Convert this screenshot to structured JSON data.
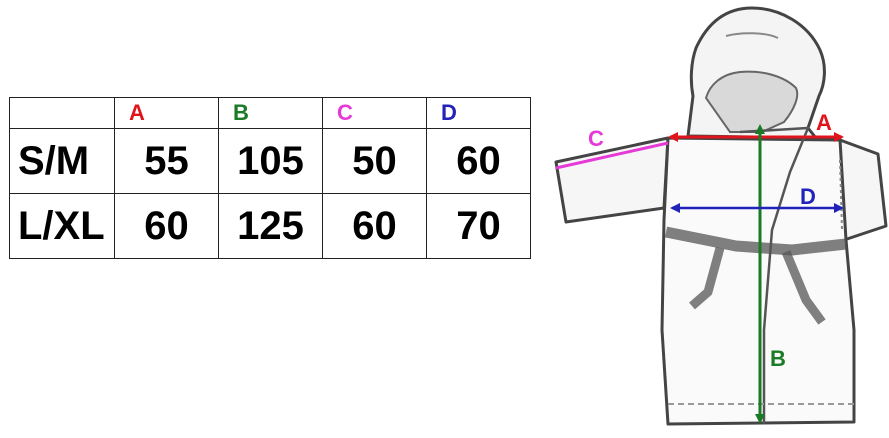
{
  "table": {
    "headers": [
      {
        "label": "A",
        "color": "#e0151c"
      },
      {
        "label": "B",
        "color": "#1a7a26"
      },
      {
        "label": "C",
        "color": "#e53ad8"
      },
      {
        "label": "D",
        "color": "#2222bb"
      }
    ],
    "rows": [
      {
        "size": "S/M",
        "values": [
          "55",
          "105",
          "50",
          "60"
        ]
      },
      {
        "size": "L/XL",
        "values": [
          "60",
          "125",
          "60",
          "70"
        ]
      }
    ]
  },
  "diagram": {
    "labels": {
      "a": {
        "text": "A",
        "color": "#e0151c"
      },
      "b": {
        "text": "B",
        "color": "#1a7a26"
      },
      "c": {
        "text": "C",
        "color": "#e53ad8"
      },
      "d": {
        "text": "D",
        "color": "#2222bb"
      }
    }
  }
}
